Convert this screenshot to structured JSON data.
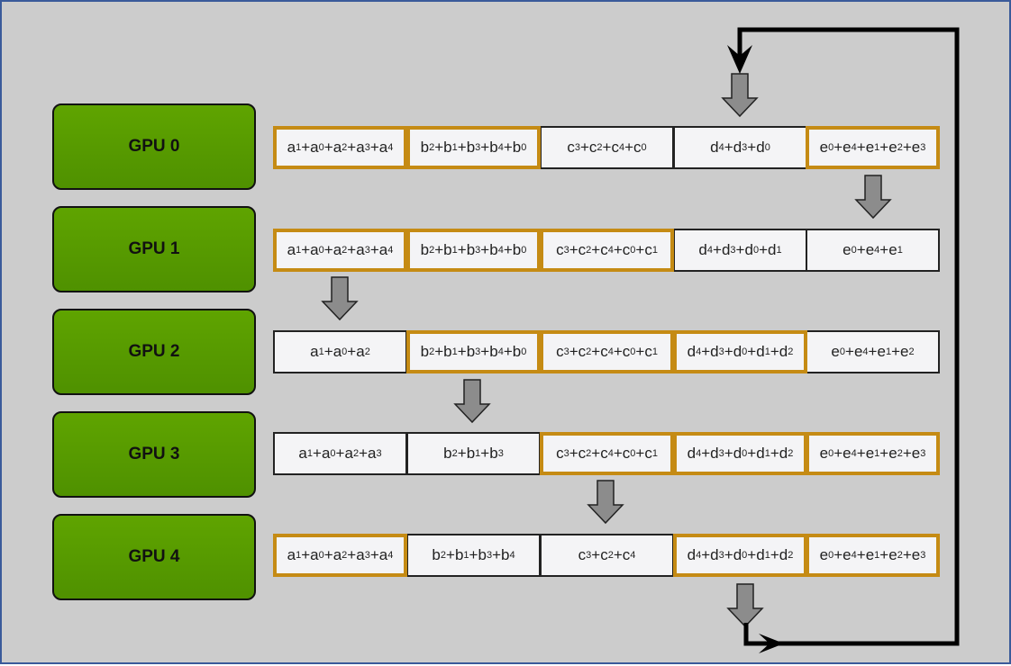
{
  "gpus": [
    "GPU 0",
    "GPU 1",
    "GPU 2",
    "GPU 3",
    "GPU 4"
  ],
  "rows": [
    [
      {
        "text": "a_1+a_0+a_2+a_3+a_4",
        "highlighted": true
      },
      {
        "text": "b_2+b_1+b_3+b_4+b_0",
        "highlighted": true
      },
      {
        "text": "c_3+c_2+c_4+c_0",
        "highlighted": false
      },
      {
        "text": "d_4+d_3+d_0",
        "highlighted": false
      },
      {
        "text": "e_0+e_4+e_1+e_2+e_3",
        "highlighted": true
      }
    ],
    [
      {
        "text": "a_1+a_0+a_2+a_3+a_4",
        "highlighted": true
      },
      {
        "text": "b_2+b_1+b_3+b_4+b_0",
        "highlighted": true
      },
      {
        "text": "c_3+c_2+c_4+c_0+c_1",
        "highlighted": true
      },
      {
        "text": "d_4+d_3+d_0+d_1",
        "highlighted": false
      },
      {
        "text": "e_0+e_4+e_1",
        "highlighted": false
      }
    ],
    [
      {
        "text": "a_1+a_0+a_2",
        "highlighted": false
      },
      {
        "text": "b_2+b_1+b_3+b_4+b_0",
        "highlighted": true
      },
      {
        "text": "c_3+c_2+c_4+c_0+c_1",
        "highlighted": true
      },
      {
        "text": "d_4+d_3+d_0+d_1+d_2",
        "highlighted": true
      },
      {
        "text": "e_0+e_4+e_1+e_2",
        "highlighted": false
      }
    ],
    [
      {
        "text": "a_1+a_0+a_2+a_3",
        "highlighted": false
      },
      {
        "text": "b_2+b_1+b_3",
        "highlighted": false
      },
      {
        "text": "c_3+c_2+c_4+c_0+c_1",
        "highlighted": true
      },
      {
        "text": "d_4+d_3+d_0+d_1+d_2",
        "highlighted": true
      },
      {
        "text": "e_0+e_4+e_1+e_2+e_3",
        "highlighted": true
      }
    ],
    [
      {
        "text": "a_1+a_0+a_2+a_3+a_4",
        "highlighted": true
      },
      {
        "text": "b_2+b_1+b_3+b_4",
        "highlighted": false
      },
      {
        "text": "c_3+c_2+c_4",
        "highlighted": false
      },
      {
        "text": "d_4+d_3+d_0+d_1+d_2",
        "highlighted": true
      },
      {
        "text": "e_0+e_4+e_1+e_2+e_3",
        "highlighted": true
      }
    ]
  ],
  "colors": {
    "background": "#cccccc",
    "gpu_fill": "#5a9e00",
    "highlight_border": "#c58b14",
    "cell_fill": "#f4f4f6",
    "arrow_fill": "#8c8c8c"
  }
}
